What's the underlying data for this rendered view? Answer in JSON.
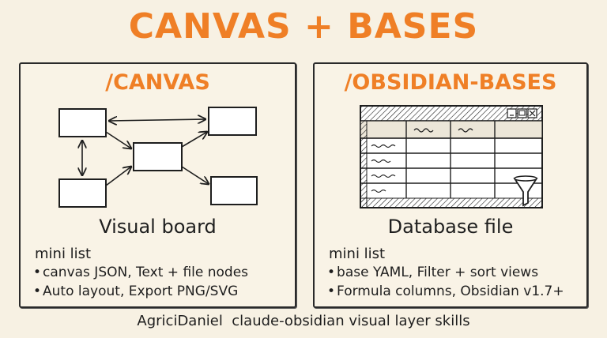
{
  "title": "CANVAS + BASES",
  "canvas_panel": {
    "title": "/CANVAS",
    "subtitle": "Visual board",
    "mini_heading": "mini list",
    "items": [
      "canvas JSON, Text + file nodes",
      "Auto layout, Export PNG/SVG"
    ]
  },
  "bases_panel": {
    "title": "/OBSIDIAN-BASES",
    "subtitle": "Database file",
    "mini_heading": "mini list",
    "items": [
      "base YAML, Filter + sort views",
      "Formula columns, Obsidian v1.7+"
    ]
  },
  "footer": "AgriciDaniel  claude-obsidian visual layer skills",
  "colors": {
    "accent": "#ef7f26",
    "ink": "#1e1e1e",
    "background": "#f7f1e3"
  },
  "icons": [
    "funnel-icon",
    "window-controls-icon"
  ]
}
